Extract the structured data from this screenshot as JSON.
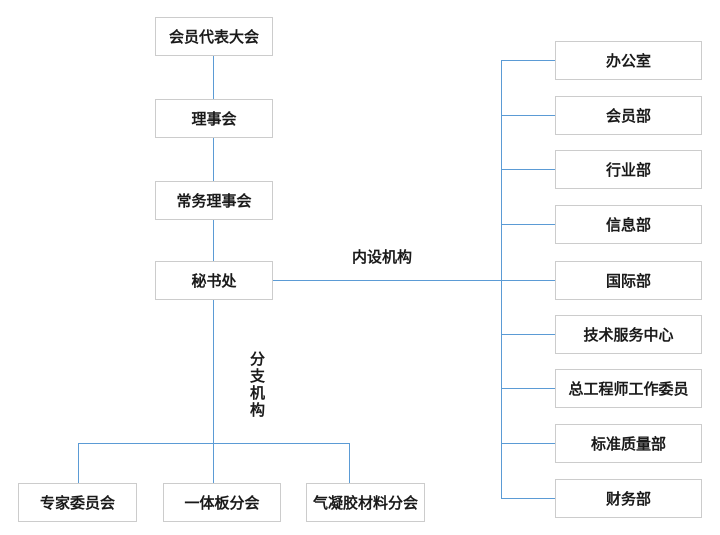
{
  "colors": {
    "line": "#5b9bd5",
    "box_border": "#cccccc",
    "box_bg": "#ffffff",
    "text": "#1a1a1a",
    "page_bg": "#ffffff"
  },
  "org_chart": {
    "chain": [
      {
        "label": "会员代表大会"
      },
      {
        "label": "理事会"
      },
      {
        "label": "常务理事会"
      },
      {
        "label": "秘书处"
      }
    ],
    "internal_group_label": "内设机构",
    "branch_group_label": "分支机构",
    "internal_departments": [
      {
        "label": "办公室"
      },
      {
        "label": "会员部"
      },
      {
        "label": "行业部"
      },
      {
        "label": "信息部"
      },
      {
        "label": "国际部"
      },
      {
        "label": "技术服务中心"
      },
      {
        "label": "总工程师工作委员"
      },
      {
        "label": "标准质量部"
      },
      {
        "label": "财务部"
      }
    ],
    "branch_organizations": [
      {
        "label": "专家委员会"
      },
      {
        "label": "一体板分会"
      },
      {
        "label": "气凝胶材料分会"
      }
    ]
  }
}
